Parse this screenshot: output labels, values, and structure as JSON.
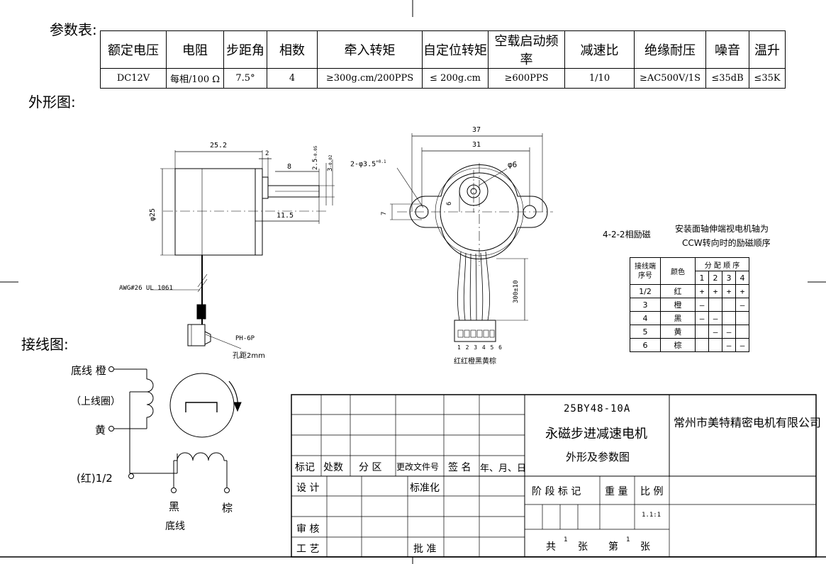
{
  "labels": {
    "param_table": "参数表:",
    "outline": "外形图:",
    "wiring": "接线图:"
  },
  "params": {
    "headers": [
      "额定电压",
      "电阻",
      "步距角",
      "相数",
      "牵入转矩",
      "自定位转矩",
      "空载启动频率",
      "减速比",
      "绝缘耐压",
      "噪音",
      "温升"
    ],
    "values": [
      "DC12V",
      "每相/100 Ω",
      "7.5°",
      "4",
      "≥300g.cm/200PPS",
      "≤ 200g.cm",
      "≥600PPS",
      "1/10",
      "≥AC500V/1S",
      "≤35dB",
      "≤35K"
    ]
  },
  "dims": {
    "d25_2": "25.2",
    "d2": "2",
    "d8": "8",
    "d11_5": "11.5",
    "d2_5": "2.5",
    "d2_5_tol": "-0.05",
    "d3": "3",
    "d3_tol": "-0.02",
    "phi25": "φ25",
    "d37": "37",
    "d31": "31",
    "phi6": "φ6",
    "holes": "2-φ3.5",
    "holes_tol": "+0.1",
    "d6": "6",
    "d7": "7",
    "d300": "300±10",
    "awg": "AWG#26 UL 1061",
    "connector": "PH-6P",
    "pitch": "孔距2mm",
    "pin_numbers": "1 2 3 4 5 6",
    "pin_colors": "红红橙黑黄棕"
  },
  "excitation": {
    "title": "4-2-2相励磁",
    "note_line1": "安装面轴伸端视电机轴为",
    "note_line2": "CCW转向时的励磁顺序",
    "header_terminal": "接线端",
    "header_no": "序号",
    "header_color": "颜色",
    "header_sequence": "分 配 顺 序",
    "steps": [
      "1",
      "2",
      "3",
      "4"
    ],
    "rows": [
      {
        "terminal": "1/2",
        "color": "红",
        "s": [
          "+",
          "+",
          "+",
          "+"
        ]
      },
      {
        "terminal": "3",
        "color": "橙",
        "s": [
          "—",
          "",
          "",
          "—"
        ]
      },
      {
        "terminal": "4",
        "color": "黑",
        "s": [
          "—",
          "—",
          "",
          ""
        ]
      },
      {
        "terminal": "5",
        "color": "黄",
        "s": [
          "",
          "—",
          "—",
          ""
        ]
      },
      {
        "terminal": "6",
        "color": "棕",
        "s": [
          "",
          "",
          "—",
          "—"
        ]
      }
    ]
  },
  "wiring": {
    "orange": "底线 橙",
    "upper": "（上线圈）",
    "yellow": "黄",
    "red": "(红)1/2",
    "black": "黑",
    "bottom": "底线",
    "brown": "棕"
  },
  "title_block": {
    "model": "25BY48-10A",
    "name": "永磁步进减速电机",
    "subtitle": "外形及参数图",
    "company": "常州市美特精密电机有限公司",
    "rev_headers": [
      "标记",
      "处数",
      "分 区",
      "更改文件号",
      "签 名",
      "年、月、日"
    ],
    "design": "设 计",
    "standard": "标准化",
    "review": "审 核",
    "process": "工 艺",
    "approve": "批 准",
    "stage": "阶 段 标 记",
    "weight": "重 量",
    "scale": "比 例",
    "scale_value": "1.1:1",
    "total": "共",
    "total_n": "1",
    "sheets": "张",
    "sheet_no": "第",
    "sheet_n": "1",
    "sheets2": "张"
  }
}
